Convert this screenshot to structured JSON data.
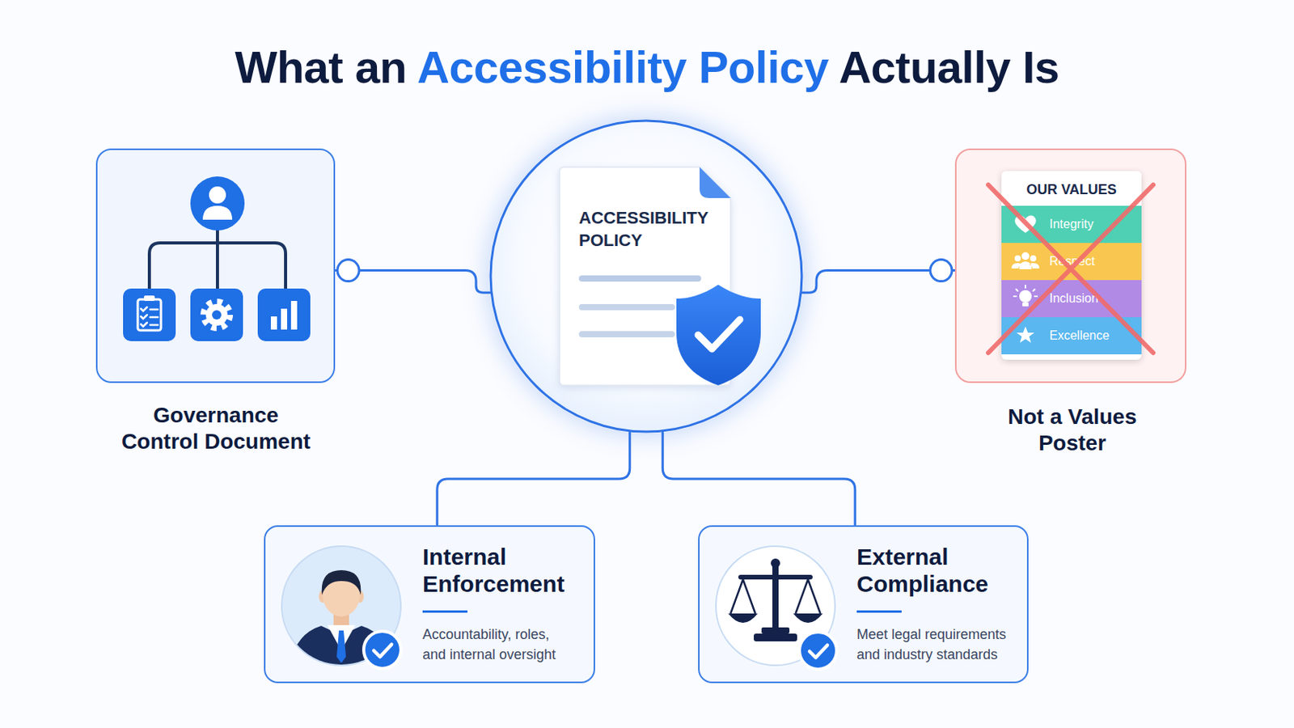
{
  "diagram": {
    "title": "What an Accessibility Policy Actually Is",
    "nodes": [
      {
        "text": [
          "Governance Control Document"
        ]
      },
      {
        "text": [
          "ACCESSIBILITY POLICY"
        ]
      },
      {
        "text": [
          "Not a Values Poster"
        ]
      },
      {
        "text": [
          "OUR VALUES",
          "Integrity",
          "Respect",
          "Inclusion",
          "Excellence"
        ],
        "in": 2
      },
      {
        "text": [
          "Internal Enforcement",
          "Accountability, roles, and internal oversight"
        ]
      },
      {
        "text": [
          "External Compliance",
          "Meet legal requirements and industry standards"
        ]
      }
    ],
    "edges": [
      {
        "from": 0,
        "to": 1,
        "arrow": "none"
      },
      {
        "from": 1,
        "to": 2,
        "arrow": "none"
      },
      {
        "from": 1,
        "to": 4,
        "arrow": "none"
      },
      {
        "from": 1,
        "to": 5,
        "arrow": "none"
      }
    ]
  }
}
